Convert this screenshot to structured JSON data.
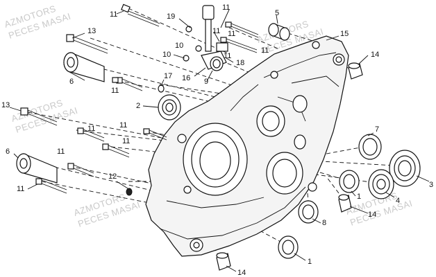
{
  "watermark": {
    "brand": "AZMOTORS",
    "subtitle": "PECES MASAI"
  },
  "callouts": {
    "c1": "11",
    "c2": "19",
    "c3": "11",
    "c4": "5",
    "c5": "13",
    "c6": "11",
    "c7": "11",
    "c8": "10",
    "c9": "11",
    "c10": "15",
    "c11": "10",
    "c12": "18",
    "c13": "14",
    "c14": "6",
    "c15": "16",
    "c16": "9",
    "c17": "17",
    "c18": "11",
    "c19": "2",
    "c20": "13",
    "c21": "11",
    "c22": "11",
    "c23": "11",
    "c24": "7",
    "c25": "11",
    "c26": "6",
    "c27": "12",
    "c28": "3",
    "c29": "11",
    "c30": "4",
    "c31": "1",
    "c32": "14",
    "c33": "8",
    "c34": "1",
    "c35": "14",
    "c36": "11"
  }
}
